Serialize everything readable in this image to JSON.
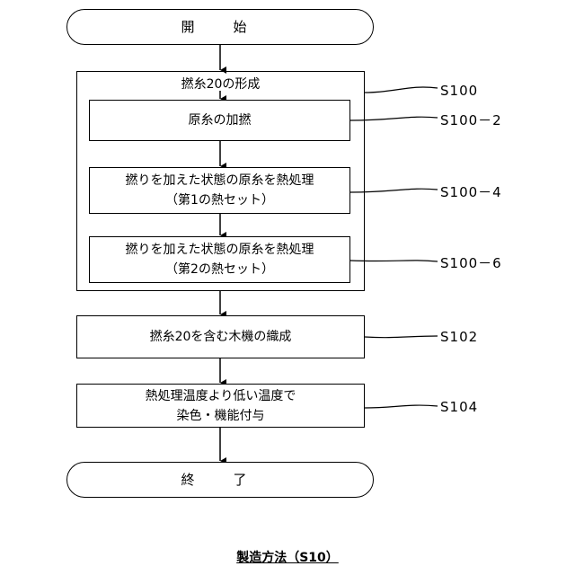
{
  "flowchart": {
    "start": "開　始",
    "group": {
      "title": "撚糸20の形成",
      "step1": "原糸の加撚",
      "step2": {
        "line1": "撚りを加えた状態の原糸を熱処理",
        "line2": "（第1の熱セット）"
      },
      "step3": {
        "line1": "撚りを加えた状態の原糸を熱処理",
        "line2": "（第2の熱セット）"
      }
    },
    "step_weave": "撚糸20を含む木機の織成",
    "step_dye": {
      "line1": "熱処理温度より低い温度で",
      "line2": "染色・機能付与"
    },
    "end": "終　了"
  },
  "references": {
    "s100": "S100",
    "s100_2": "S100－2",
    "s100_4": "S100－4",
    "s100_6": "S100－6",
    "s102": "S102",
    "s104": "S104"
  },
  "caption": "製造方法（S10）"
}
